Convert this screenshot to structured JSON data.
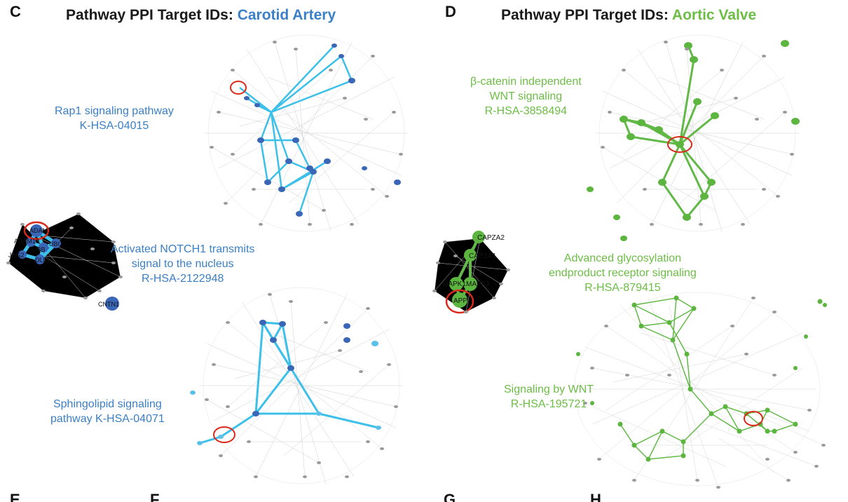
{
  "panel_c": {
    "letter": "C",
    "title_prefix": "Pathway PPI Target IDs:",
    "title_tissue": "Carotid Artery",
    "colors": {
      "accent": "#3b7fc6",
      "edge": "#3cc0ea",
      "node": "#3a66b8",
      "highlight": "#d9291c"
    },
    "labels": {
      "rap1": {
        "line1": "Rap1 signaling pathway",
        "line2": "K-HSA-04015"
      },
      "notch": {
        "line1": "Activated NOTCH1 transmits",
        "line2": "signal to the nucleus",
        "line3": "R-HSA-2122948"
      },
      "sphingo": {
        "line1": "Sphingolipid signaling",
        "line2": "pathway K-HSA-04071"
      }
    },
    "notch_nodes": {
      "adam17": "ADAM17",
      "adam10": "ADAM10",
      "ubb": "UBB",
      "ubc": "UBC",
      "jag2": "JAG2",
      "dll1": "DLL1",
      "cntn1": "CNTN1"
    }
  },
  "panel_d": {
    "letter": "D",
    "title_prefix": "Pathway PPI Target IDs:",
    "title_tissue": "Aortic Valve",
    "colors": {
      "accent": "#6cbd45",
      "edge": "#62b948",
      "node": "#5cb53f",
      "highlight": "#d9291c"
    },
    "labels": {
      "wnt_beta": {
        "line1": "β-catenin independent",
        "line2": "WNT signaling",
        "line3": "R-HSA-3858494"
      },
      "age": {
        "line1": "Advanced glycosylation",
        "line2": "endproduct receptor signaling",
        "line3": "R-HSA-879415"
      },
      "wnt": {
        "line1": "Signaling by WNT",
        "line2": "R-HSA-195721"
      }
    },
    "age_nodes": {
      "capza2": "CAPZA2",
      "capza1": "CAPZA1",
      "mapk1": "MAPK1",
      "mapk3": "MAPK3",
      "app": "APP"
    }
  },
  "bottom_letters": [
    "E",
    "F",
    "G",
    "H"
  ]
}
